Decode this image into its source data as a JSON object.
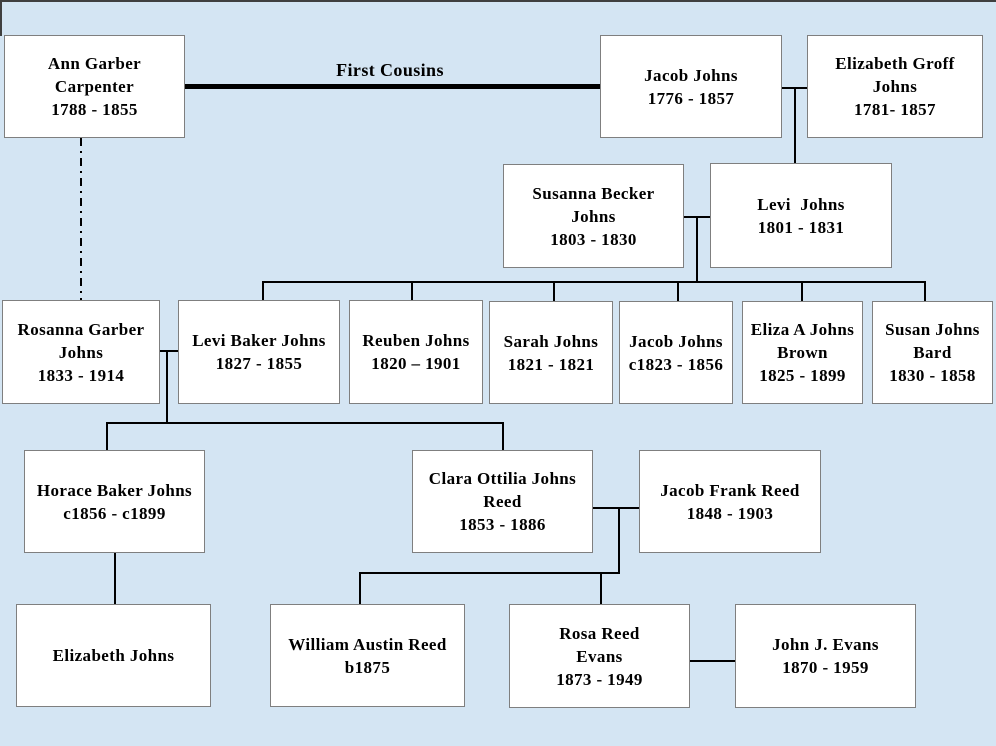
{
  "diagram": {
    "type": "family-tree",
    "colors": {
      "background": "#d4e5f3",
      "box_fill": "#ffffff",
      "box_border": "#7f7f7f",
      "line": "#000000"
    },
    "labels": {
      "first_cousins": "First Cousins"
    },
    "persons": {
      "ann": {
        "name": "Ann Garber Carpenter",
        "lines": [
          "Ann Garber",
          "Carpenter",
          "1788 - 1855"
        ]
      },
      "jacob_sr": {
        "name": "Jacob Johns",
        "lines": [
          "Jacob Johns",
          "1776 - 1857"
        ]
      },
      "elizabeth_groff": {
        "name": "Elizabeth Groff Johns",
        "lines": [
          "Elizabeth Groff",
          "Johns",
          "1781- 1857"
        ]
      },
      "susanna": {
        "name": "Susanna Becker Johns",
        "lines": [
          "Susanna Becker",
          "Johns",
          "1803 - 1830"
        ]
      },
      "levi": {
        "name": "Levi Johns",
        "lines": [
          "Levi  Johns",
          "1801 - 1831"
        ]
      },
      "rosanna": {
        "name": "Rosanna Garber Johns",
        "lines": [
          "Rosanna Garber",
          "Johns",
          "1833 - 1914"
        ]
      },
      "levi_baker": {
        "name": "Levi Baker Johns",
        "lines": [
          "Levi Baker Johns",
          "1827 - 1855"
        ]
      },
      "reuben": {
        "name": "Reuben Johns",
        "lines": [
          "Reuben Johns",
          "1820 – 1901"
        ]
      },
      "sarah": {
        "name": "Sarah Johns",
        "lines": [
          "Sarah Johns",
          "1821 - 1821"
        ]
      },
      "jacob_jr": {
        "name": "Jacob Johns",
        "lines": [
          "Jacob Johns",
          "c1823 - 1856"
        ]
      },
      "eliza": {
        "name": "Eliza A Johns Brown",
        "lines": [
          "Eliza A Johns",
          "Brown",
          "1825 - 1899"
        ]
      },
      "susan": {
        "name": "Susan Johns Bard",
        "lines": [
          "Susan Johns",
          "Bard",
          "1830 - 1858"
        ]
      },
      "horace": {
        "name": "Horace Baker Johns",
        "lines": [
          "Horace Baker Johns",
          "c1856 - c1899"
        ]
      },
      "clara": {
        "name": "Clara Ottilia Johns Reed",
        "lines": [
          "Clara Ottilia Johns",
          "Reed",
          "1853 - 1886"
        ]
      },
      "jacob_frank": {
        "name": "Jacob Frank Reed",
        "lines": [
          "Jacob Frank Reed",
          "1848 - 1903"
        ]
      },
      "elizabeth_johns": {
        "name": "Elizabeth Johns",
        "lines": [
          "Elizabeth Johns"
        ]
      },
      "william": {
        "name": "William Austin Reed",
        "lines": [
          "William Austin Reed",
          "b1875"
        ]
      },
      "rosa": {
        "name": "Rosa Reed Evans",
        "lines": [
          "Rosa Reed",
          "Evans",
          "1873 - 1949"
        ]
      },
      "john_evans": {
        "name": "John J. Evans",
        "lines": [
          "John J. Evans",
          "1870 - 1959"
        ]
      }
    },
    "connections": [
      {
        "from": "Ann Garber Carpenter",
        "to": "Jacob Johns",
        "type": "relationship",
        "label": "First Cousins",
        "style": "thick"
      },
      {
        "from": "Jacob Johns",
        "to": "Elizabeth Groff Johns",
        "type": "marriage"
      },
      {
        "parents": "Jacob Johns + Elizabeth Groff Johns",
        "child": "Levi Johns",
        "type": "parent-child"
      },
      {
        "from": "Susanna Becker Johns",
        "to": "Levi Johns",
        "type": "marriage"
      },
      {
        "parents": "Susanna Becker Johns + Levi Johns",
        "children": [
          "Levi Baker Johns",
          "Reuben Johns",
          "Sarah Johns",
          "Jacob Johns",
          "Eliza A Johns Brown",
          "Susan Johns Bard"
        ],
        "type": "parent-children"
      },
      {
        "from": "Ann Garber Carpenter",
        "to": "Rosanna Garber Johns",
        "type": "descent",
        "style": "dash-dot"
      },
      {
        "from": "Rosanna Garber Johns",
        "to": "Levi Baker Johns",
        "type": "marriage"
      },
      {
        "parents": "Rosanna Garber Johns + Levi Baker Johns",
        "children": [
          "Horace Baker Johns",
          "Clara Ottilia Johns Reed"
        ],
        "type": "parent-children"
      },
      {
        "parents": "Horace Baker Johns",
        "child": "Elizabeth Johns",
        "type": "parent-child"
      },
      {
        "from": "Clara Ottilia Johns Reed",
        "to": "Jacob Frank Reed",
        "type": "marriage"
      },
      {
        "parents": "Clara Ottilia Johns Reed + Jacob Frank Reed",
        "children": [
          "William Austin Reed",
          "Rosa Reed Evans"
        ],
        "type": "parent-children"
      },
      {
        "from": "Rosa Reed Evans",
        "to": "John J. Evans",
        "type": "marriage"
      }
    ]
  }
}
